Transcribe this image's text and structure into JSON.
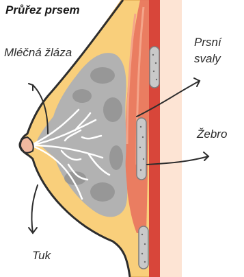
{
  "title": "Průřez prsem",
  "labels": {
    "gland": "Mléčná žláza",
    "muscle_line1": "Prsní",
    "muscle_line2": "svaly",
    "rib": "Žebro",
    "fat": "Tuk"
  },
  "colors": {
    "skin_bg": "#fde4d4",
    "fat": "#f9cf7b",
    "fat_outline": "#e7b25c",
    "gland_tissue": "#b2b2b2",
    "gland_dark": "#8c8c8c",
    "milk_ducts": "#ffffff",
    "muscle": "#e8735e",
    "rib_band": "#d8463a",
    "rib_bone": "#c9c9c9",
    "skin_line": "#2d2d2d",
    "arrows": "#2d2d2d"
  }
}
